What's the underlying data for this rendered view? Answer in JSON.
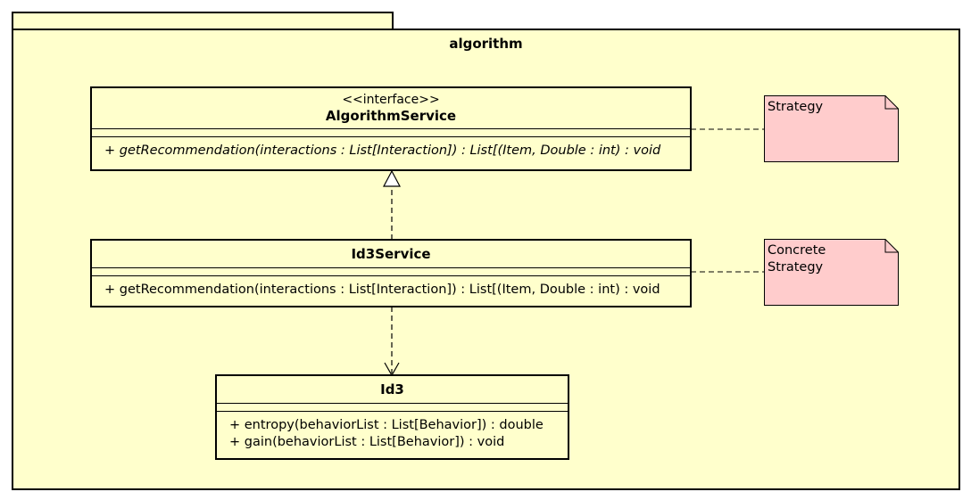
{
  "package": {
    "name": "algorithm"
  },
  "classes": [
    {
      "id": "AlgorithmService",
      "stereotype": "<<interface>>",
      "name": "AlgorithmService",
      "operations": [
        "+ getRecommendation(interactions : List[Interaction]) : List[(Item, Double : int) : void"
      ]
    },
    {
      "id": "Id3Service",
      "name": "Id3Service",
      "operations": [
        "+ getRecommendation(interactions : List[Interaction]) : List[(Item, Double : int) : void"
      ]
    },
    {
      "id": "Id3",
      "name": "Id3",
      "operations": [
        "+ entropy(behaviorList : List[Behavior]) : double",
        "+ gain(behaviorList : List[Behavior]) : void"
      ]
    }
  ],
  "notes": [
    {
      "lines": [
        "Strategy"
      ]
    },
    {
      "lines": [
        "Concrete",
        "Strategy"
      ]
    }
  ],
  "relations": [
    {
      "type": "realization",
      "from": "Id3Service",
      "to": "AlgorithmService"
    },
    {
      "type": "dependency",
      "from": "Id3Service",
      "to": "Id3"
    },
    {
      "type": "note-anchor",
      "from": "Strategy",
      "to": "AlgorithmService"
    },
    {
      "type": "note-anchor",
      "from": "Concrete Strategy",
      "to": "Id3Service"
    }
  ],
  "colors": {
    "package_fill": "#ffffcc",
    "note_fill": "#ffcccc",
    "stroke": "#000000"
  }
}
